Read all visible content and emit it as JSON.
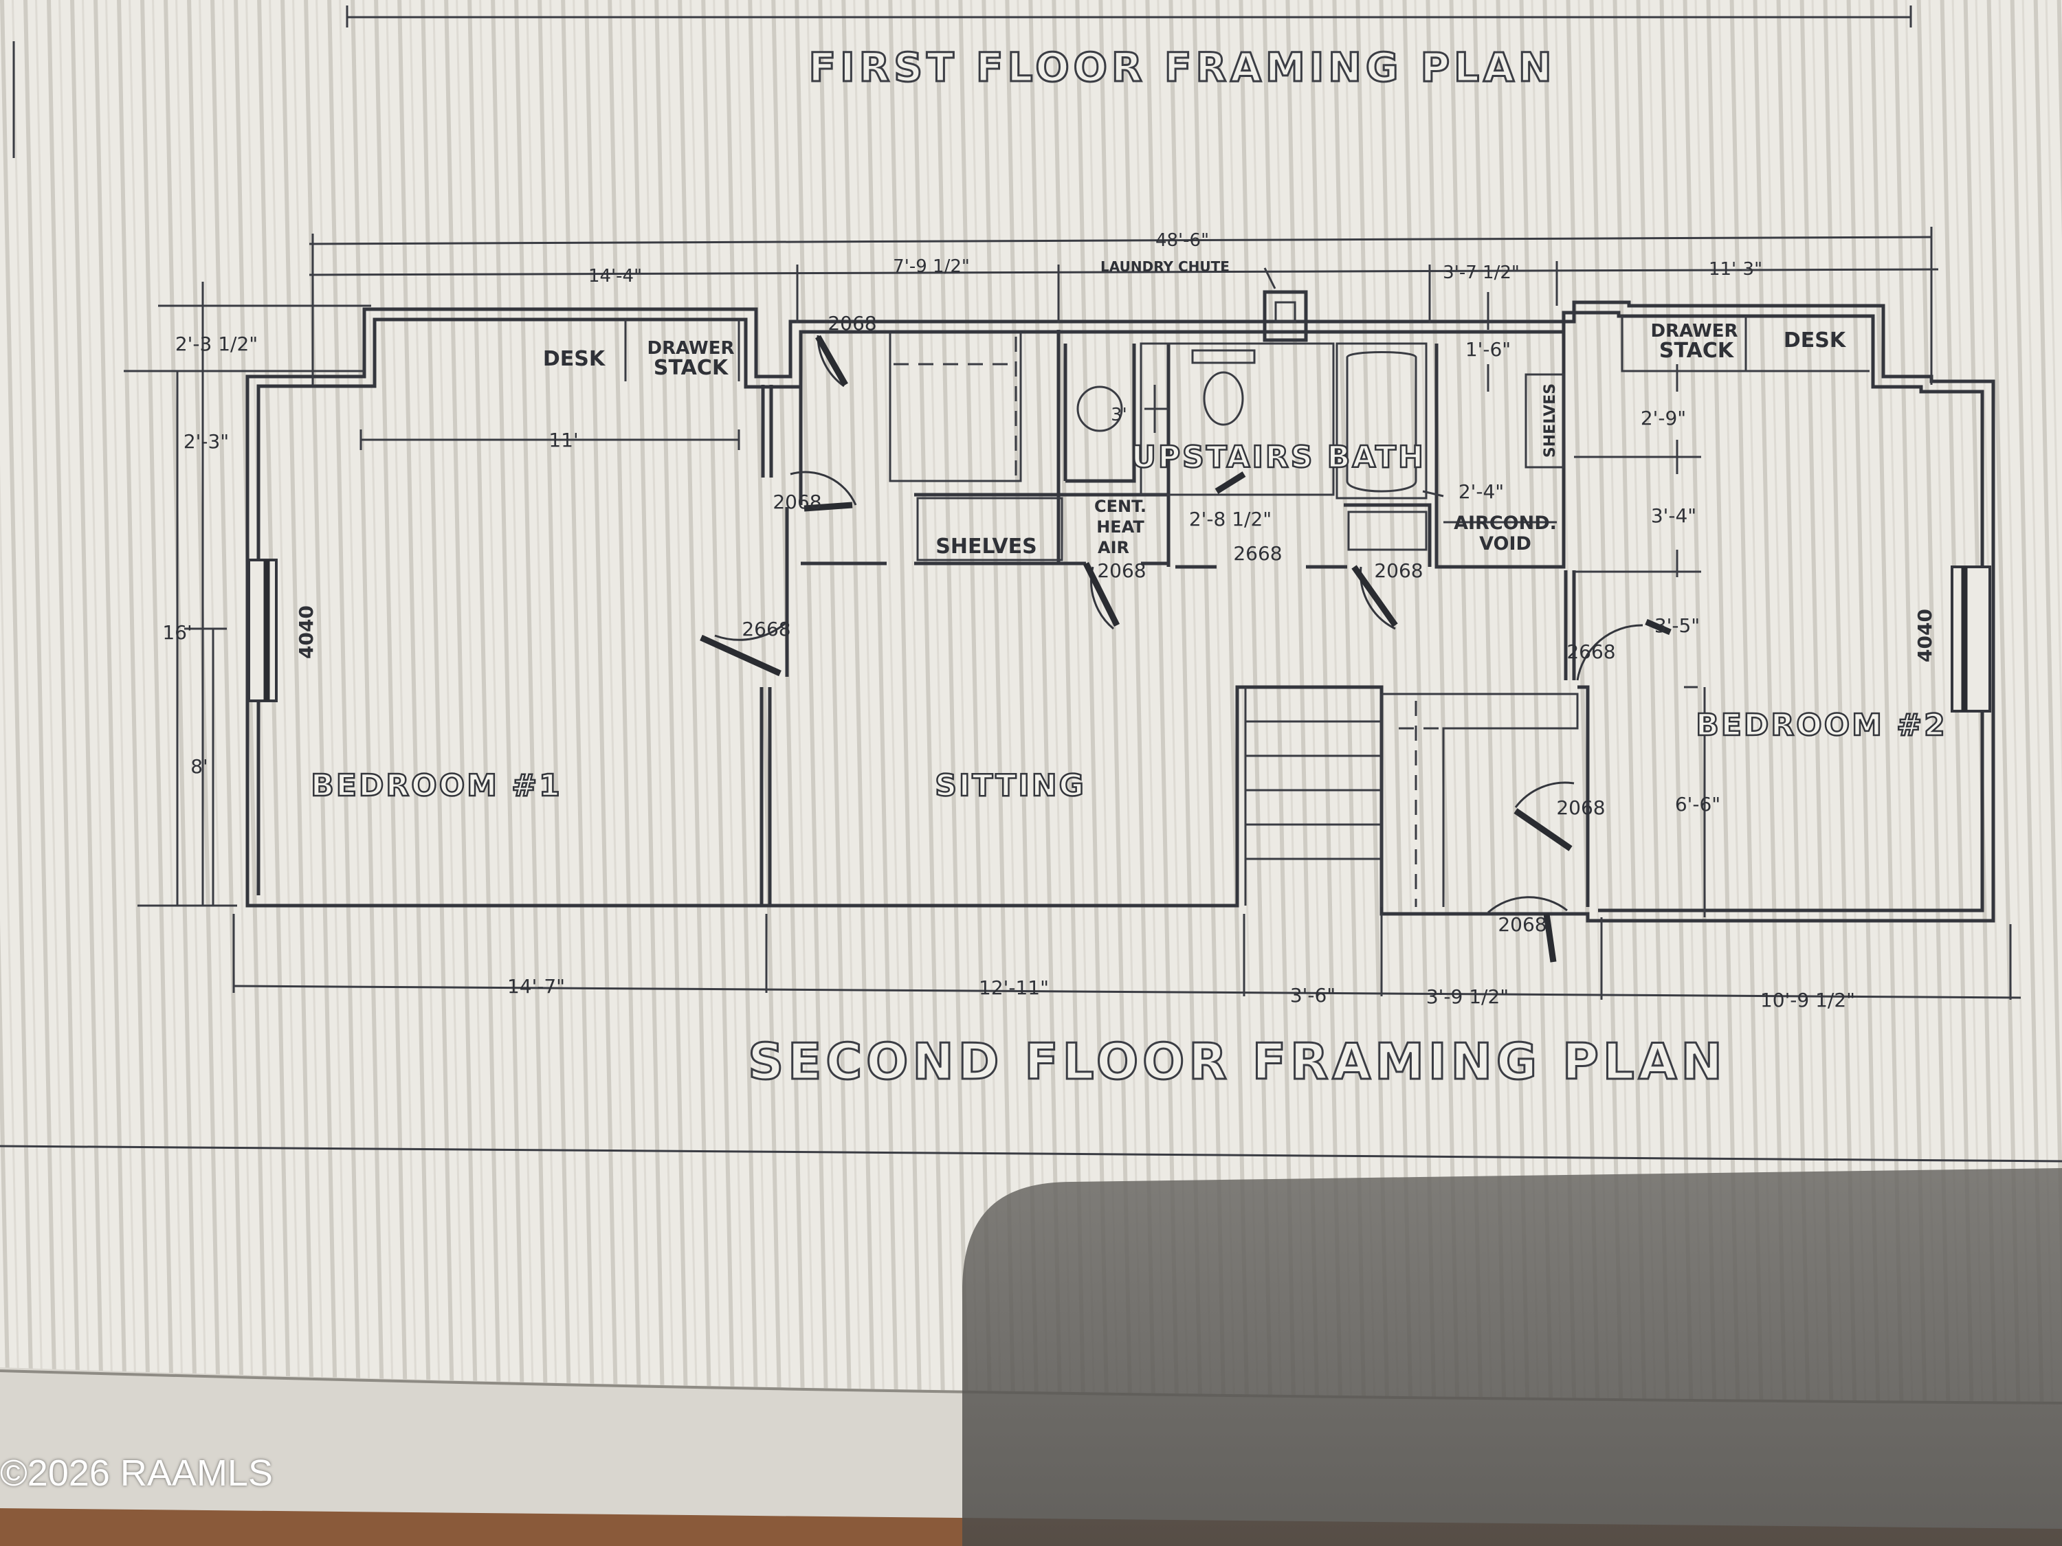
{
  "titles": {
    "first_floor": "FIRST FLOOR FRAMING PLAN",
    "second_floor": "SECOND FLOOR FRAMING PLAN"
  },
  "rooms": {
    "bedroom1": "BEDROOM #1",
    "bedroom2": "BEDROOM #2",
    "sitting": "SITTING",
    "bath": "UPSTAIRS BATH"
  },
  "labels": {
    "desk_left": "DESK",
    "drawer_left_1": "DRAWER",
    "drawer_left_2": "STACK",
    "drawer_right_1": "DRAWER",
    "drawer_right_2": "STACK",
    "desk_right": "DESK",
    "shelves": "SHELVES",
    "shelves_vertical": "SHELVES",
    "cent_1": "CENT.",
    "cent_2": "HEAT",
    "cent_3": "AIR",
    "aircond_1": "AIRCOND.",
    "aircond_2": "VOID",
    "laundry_chute": "LAUNDRY CHUTE",
    "window_left": "4040",
    "window_right": "4040"
  },
  "doors": {
    "d1": "2068",
    "d2": "2068",
    "d3": "2668",
    "d4": "2068",
    "d5": "2668",
    "d6": "2068",
    "d7": "2668",
    "d8": "2068",
    "d9": "2068"
  },
  "dimensions": {
    "overall_top": "48'-6\"",
    "top_1": "14'-4\"",
    "top_2": "7'-9 1/2\"",
    "top_3": "3'-7 1/2\"",
    "top_4": "11'-3\"",
    "left_1": "2'-3 1/2\"",
    "left_2": "2'-3\"",
    "left_3": "16'",
    "left_4": "8'",
    "inner_11": "11'",
    "toilet_3": "3'",
    "bath_2_8": "2'-8 1/2\"",
    "r_1_6": "1'-6\"",
    "r_2_4": "2'-4\"",
    "r_2_9": "2'-9\"",
    "r_3_4": "3'-4\"",
    "r_3_5": "3'-5\"",
    "r_6_6": "6'-6\"",
    "bot_1": "14'-7\"",
    "bot_2": "12'-11\"",
    "bot_3": "3'-6\"",
    "bot_4": "3'-9 1/2\"",
    "bot_5": "10'-9 1/2\""
  },
  "copyright": "©2026 RAAMLS"
}
